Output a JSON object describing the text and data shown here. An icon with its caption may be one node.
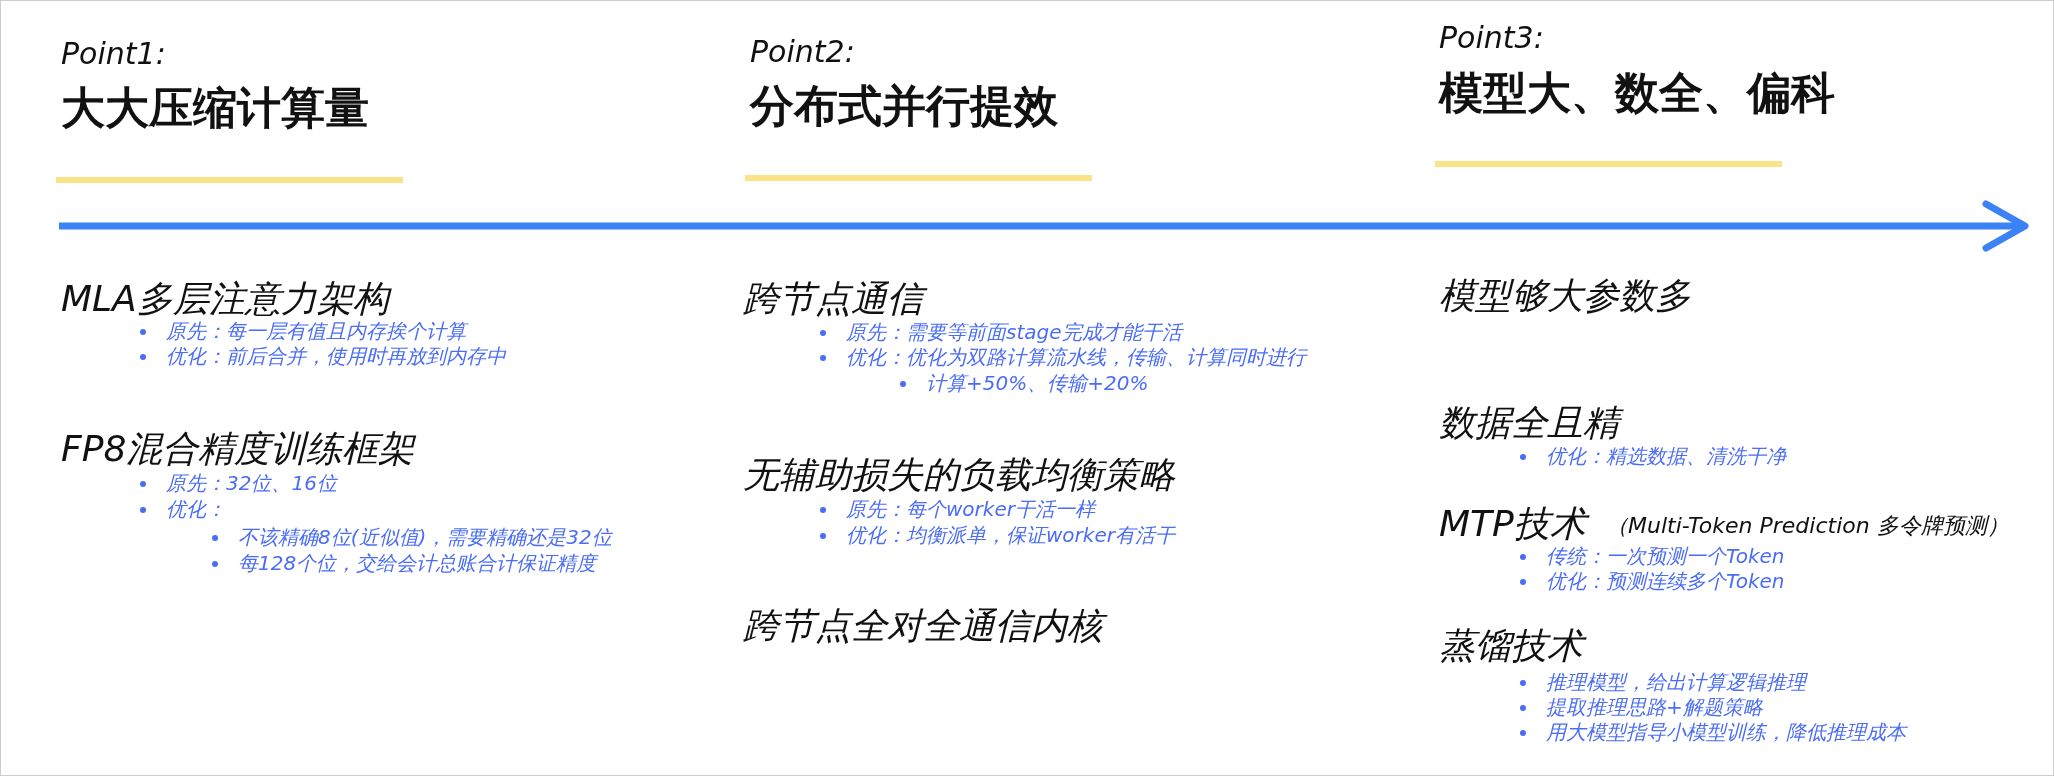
{
  "diagram": {
    "labels": [
      "Point1:",
      "大大压缩计算量",
      "MLA多层注意力架构",
      "原先：每一层有值且内存挨个计算",
      "优化：前后合并，使用时再放到内存中",
      "FP8混合精度训练框架",
      "原先：32位、16位",
      "优化：",
      "不该精确8位(近似值)，需要精确还是32位",
      "每128个位，交给会计总账合计保证精度",
      "Point2:",
      "分布式并行提效",
      "跨节点通信",
      "原先：需要等前面stage完成才能干活",
      "优化：优化为双路计算流水线，传输、计算同时进行",
      "计算+50%、传输+20%",
      "无辅助损失的负载均衡策略",
      "原先：每个worker干活一样",
      "优化：均衡派单，保证worker有活干",
      "跨节点全对全通信内核",
      "Point3:",
      "模型大、数全、偏科",
      "模型够大参数多",
      "数据全且精",
      "优化：精选数据、清洗干净",
      "MTP技术",
      "（Multi-Token Prediction 多令牌预测）",
      "传统：一次预测一个Token",
      "优化：预测连续多个Token",
      "蒸馏技术",
      "推理模型，给出计算逻辑推理",
      "提取推理思路+解题策略",
      "用大模型指导小模型训练，降低推理成本"
    ]
  }
}
